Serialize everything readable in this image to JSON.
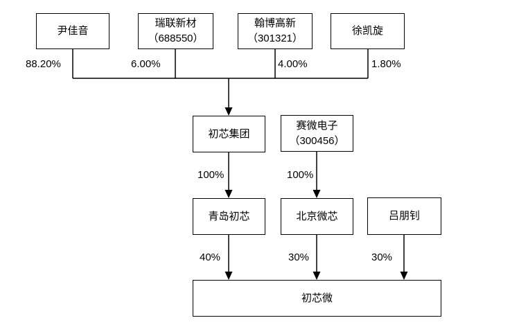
{
  "diagram": {
    "type": "equity-structure",
    "line_color": "#000000",
    "background_color": "#ffffff",
    "top_row": [
      {
        "label": "尹佳音",
        "ownership": "88.20%"
      },
      {
        "label": "瑞联新材\n（688550）",
        "ownership": "6.00%"
      },
      {
        "label": "翰博高新\n（301321）",
        "ownership": "4.00%"
      },
      {
        "label": "徐凯旋",
        "ownership": "1.80%"
      }
    ],
    "mid_row": [
      {
        "label": "初芯集团",
        "ownership": "100%"
      },
      {
        "label": "赛微电子\n（300456）",
        "ownership": "100%"
      }
    ],
    "third_row": [
      {
        "label": "青岛初芯",
        "ownership": "40%"
      },
      {
        "label": "北京微芯",
        "ownership": "30%"
      },
      {
        "label": "吕朋钊",
        "ownership": "30%"
      }
    ],
    "bottom": {
      "label": "初芯微"
    }
  }
}
